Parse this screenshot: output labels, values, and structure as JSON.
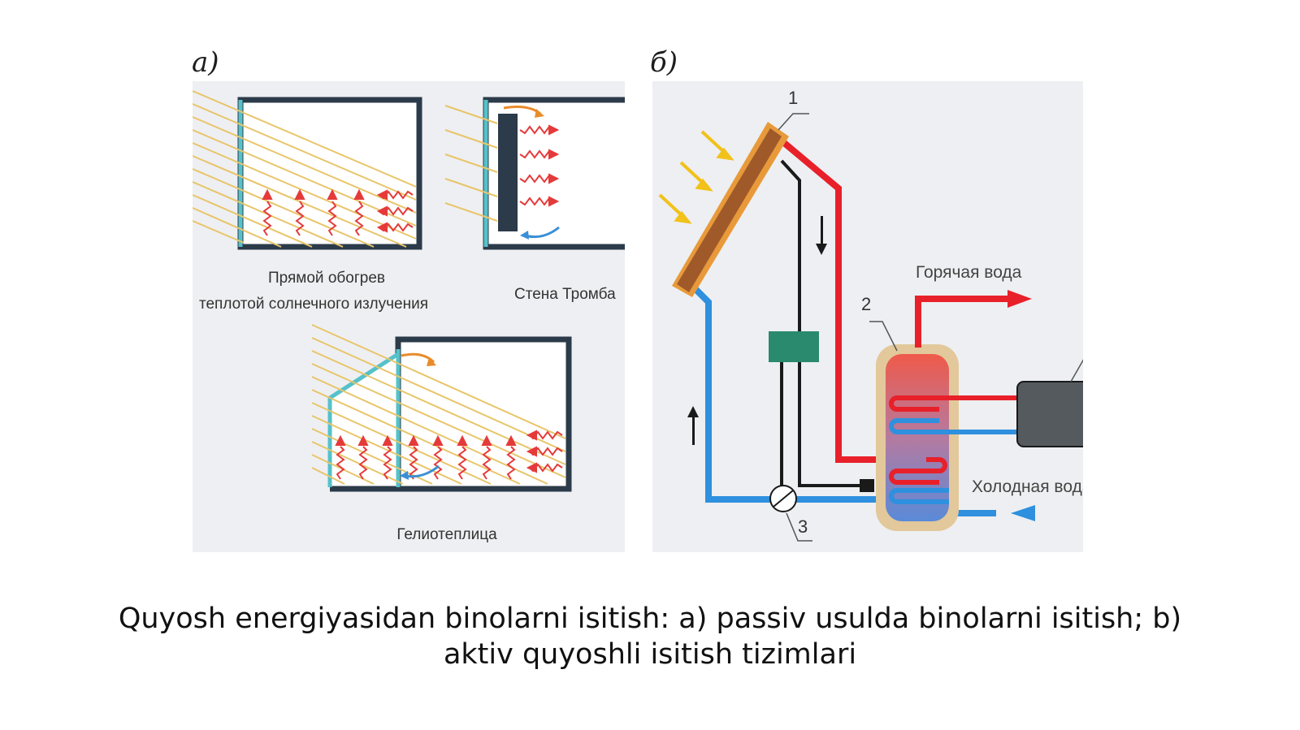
{
  "panels": {
    "a": {
      "label": "а)",
      "direct": {
        "title_line1": "Прямой обогрев",
        "title_line2": "теплотой солнечного излучения"
      },
      "trombe": {
        "title": "Стена Тромба"
      },
      "greenhouse": {
        "title": "Гелиотеплица"
      }
    },
    "b": {
      "label": "б)",
      "marker_1": "1",
      "marker_2": "2",
      "marker_3": "3",
      "hot_water": "Горячая вода",
      "cold_water": "Холодная вода"
    }
  },
  "caption": {
    "line1": "Quyosh energiyasidan binolarni isitish: a) passiv usulda binolarni isitish; b)",
    "line2": "aktiv quyoshli isitish tizimlari"
  },
  "colors": {
    "panel_bg": "#eeeff2",
    "wall": "#2c3b4a",
    "glass": "#56c1c9",
    "sun_ray": "#e8c56a",
    "heat": "#e53a3a",
    "cold": "#3a8fd6",
    "hot_pipe": "#e8202a",
    "cold_pipe": "#2e90de",
    "tank_shell": "#e2c89a",
    "pump_box": "#2a8a6e",
    "heater": "#555a5e"
  },
  "icons": [
    "sun-arrow-icon",
    "heat-wave-icon",
    "flow-arrow-icon",
    "pump-icon"
  ]
}
